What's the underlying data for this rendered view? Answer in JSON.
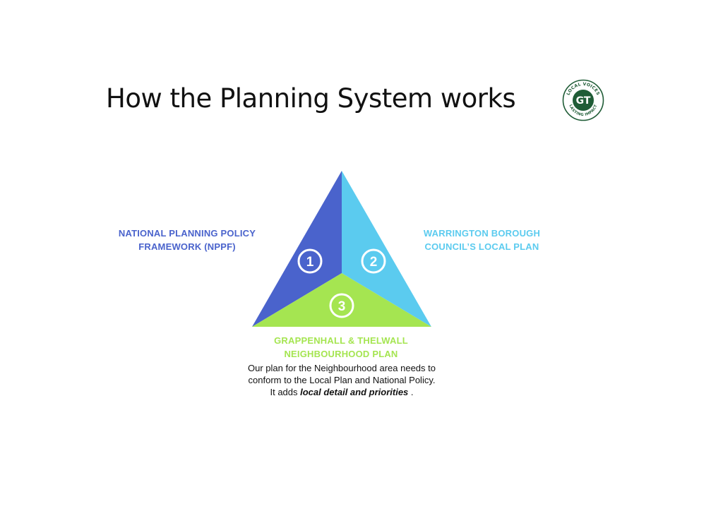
{
  "page": {
    "title": "How the Planning System works"
  },
  "logo": {
    "icon": "gt-roundel-logo",
    "initials": "GT",
    "ring_text_top": "LOCAL VOICES",
    "ring_text_bottom": "LASTING IMPACT",
    "ring_color": "#1f5c36"
  },
  "diagram": {
    "segments": [
      {
        "number": "1",
        "color": "#4a63cc",
        "label_lines": [
          "NATIONAL PLANNING POLICY",
          "FRAMEWORK (NPPF)"
        ]
      },
      {
        "number": "2",
        "color": "#5bcbef",
        "label_lines": [
          "WARRINGTON BOROUGH",
          "COUNCIL’S LOCAL PLAN"
        ]
      },
      {
        "number": "3",
        "color": "#a5e551",
        "label_lines": [
          "GRAPPENHALL & THELWALL",
          "NEIGHBOURHOOD PLAN"
        ]
      }
    ]
  },
  "description": {
    "line1": "Our plan for the Neighbourhood area needs to",
    "line2": "conform to the Local Plan and National Policy.",
    "line3_prefix": "It adds ",
    "line3_emphasis": "local detail and priorities",
    "line3_suffix": " ."
  }
}
